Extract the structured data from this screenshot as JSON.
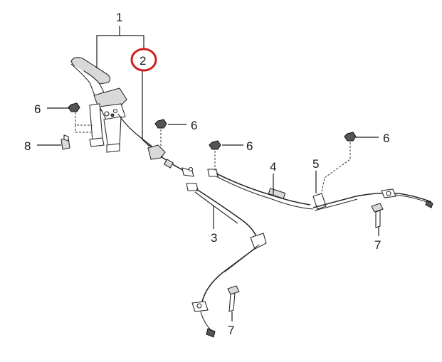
{
  "callouts": {
    "c1": "1",
    "c2": "2",
    "c3": "3",
    "c4": "4",
    "c5": "5",
    "c6a": "6",
    "c6b": "6",
    "c6c": "6",
    "c6d": "6",
    "c7a": "7",
    "c7b": "7",
    "c8": "8"
  },
  "colors": {
    "highlight_circle": "#cc1f1f",
    "ink": "#1a1a1a"
  },
  "highlighted_callout": "2"
}
